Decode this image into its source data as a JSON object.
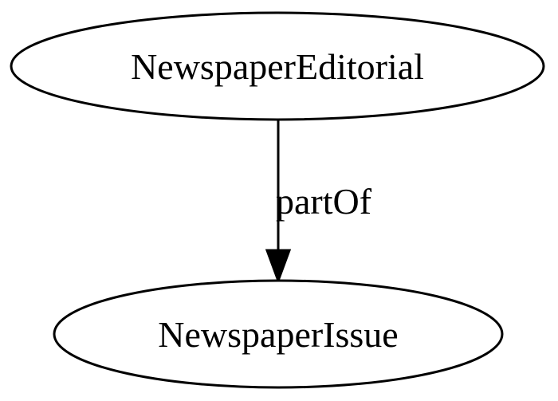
{
  "nodes": {
    "source": {
      "label": "NewspaperEditorial"
    },
    "target": {
      "label": "NewspaperIssue"
    }
  },
  "edges": [
    {
      "label": "partOf"
    }
  ],
  "colors": {
    "stroke": "#000000",
    "background": "#ffffff"
  }
}
